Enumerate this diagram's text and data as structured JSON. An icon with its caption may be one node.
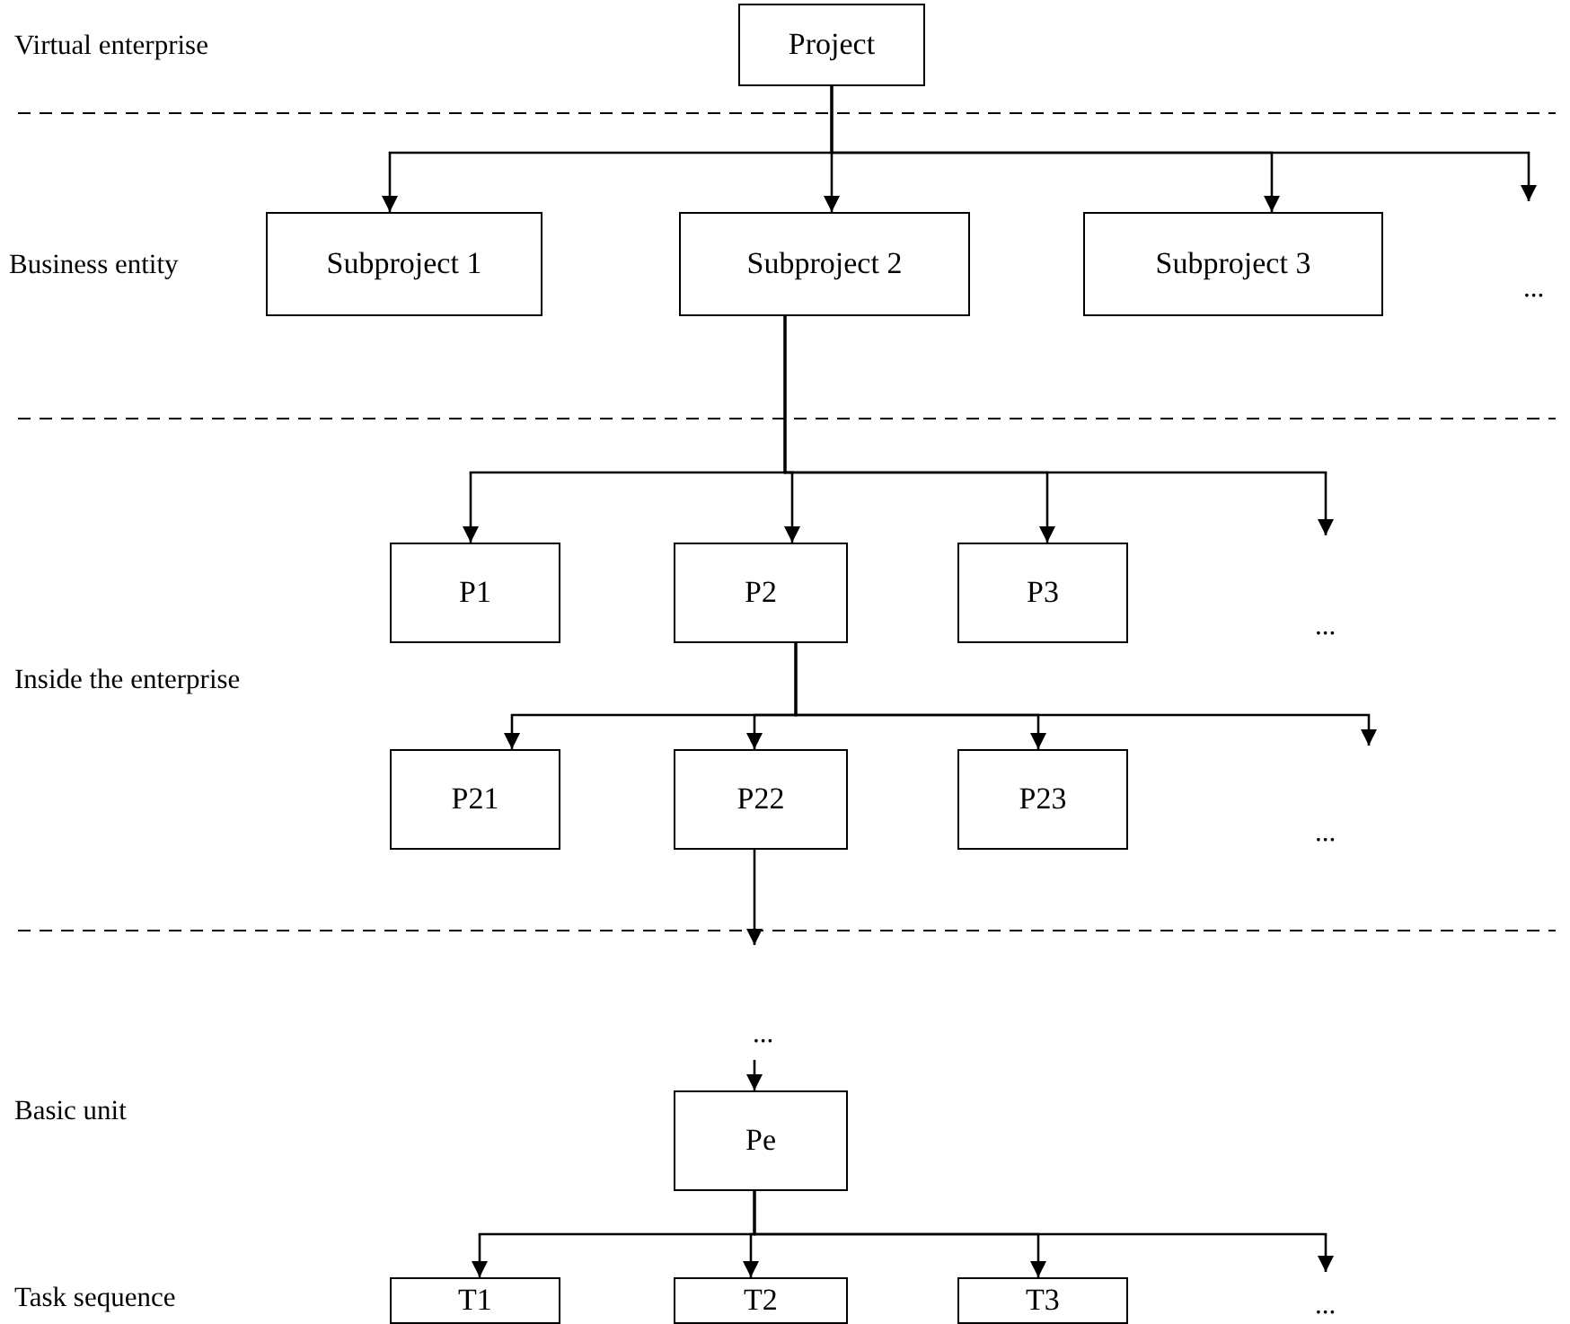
{
  "diagram": {
    "nodes": [
      {
        "text": [
          "Project"
        ]
      },
      {
        "text": [
          "Subproject 1"
        ]
      },
      {
        "text": [
          "Subproject 2"
        ]
      },
      {
        "text": [
          "Subproject 3"
        ]
      },
      {
        "text": [
          "P1"
        ]
      },
      {
        "text": [
          "P2"
        ]
      },
      {
        "text": [
          "P3"
        ]
      },
      {
        "text": [
          "P21"
        ]
      },
      {
        "text": [
          "P22"
        ]
      },
      {
        "text": [
          "P23"
        ]
      },
      {
        "text": [
          "Pe"
        ]
      },
      {
        "text": [
          "T1"
        ]
      },
      {
        "text": [
          "T2"
        ]
      },
      {
        "text": [
          "T3"
        ]
      }
    ],
    "edges": [
      {
        "from": 0,
        "to": 1,
        "arrow": "to"
      },
      {
        "from": 0,
        "to": 2,
        "arrow": "to"
      },
      {
        "from": 0,
        "to": 3,
        "arrow": "to"
      },
      {
        "from": 0,
        "to": null,
        "arrow": "to"
      },
      {
        "from": 2,
        "to": 4,
        "arrow": "to"
      },
      {
        "from": 2,
        "to": 5,
        "arrow": "to"
      },
      {
        "from": 2,
        "to": 6,
        "arrow": "to"
      },
      {
        "from": 2,
        "to": null,
        "arrow": "to"
      },
      {
        "from": 5,
        "to": 7,
        "arrow": "to"
      },
      {
        "from": 5,
        "to": 8,
        "arrow": "to"
      },
      {
        "from": 5,
        "to": 9,
        "arrow": "to"
      },
      {
        "from": 5,
        "to": null,
        "arrow": "to"
      },
      {
        "from": 8,
        "to": null,
        "arrow": "to"
      },
      {
        "from": null,
        "to": 10,
        "arrow": "to"
      },
      {
        "from": 10,
        "to": 11,
        "arrow": "to"
      },
      {
        "from": 10,
        "to": 12,
        "arrow": "to"
      },
      {
        "from": 10,
        "to": 13,
        "arrow": "to"
      },
      {
        "from": 10,
        "to": null,
        "arrow": "to"
      }
    ],
    "labels": [
      "Virtual enterprise",
      "Business entity",
      "...",
      "...",
      "Inside the enterprise",
      "...",
      "...",
      "Basic unit",
      "Task sequence",
      "..."
    ]
  }
}
